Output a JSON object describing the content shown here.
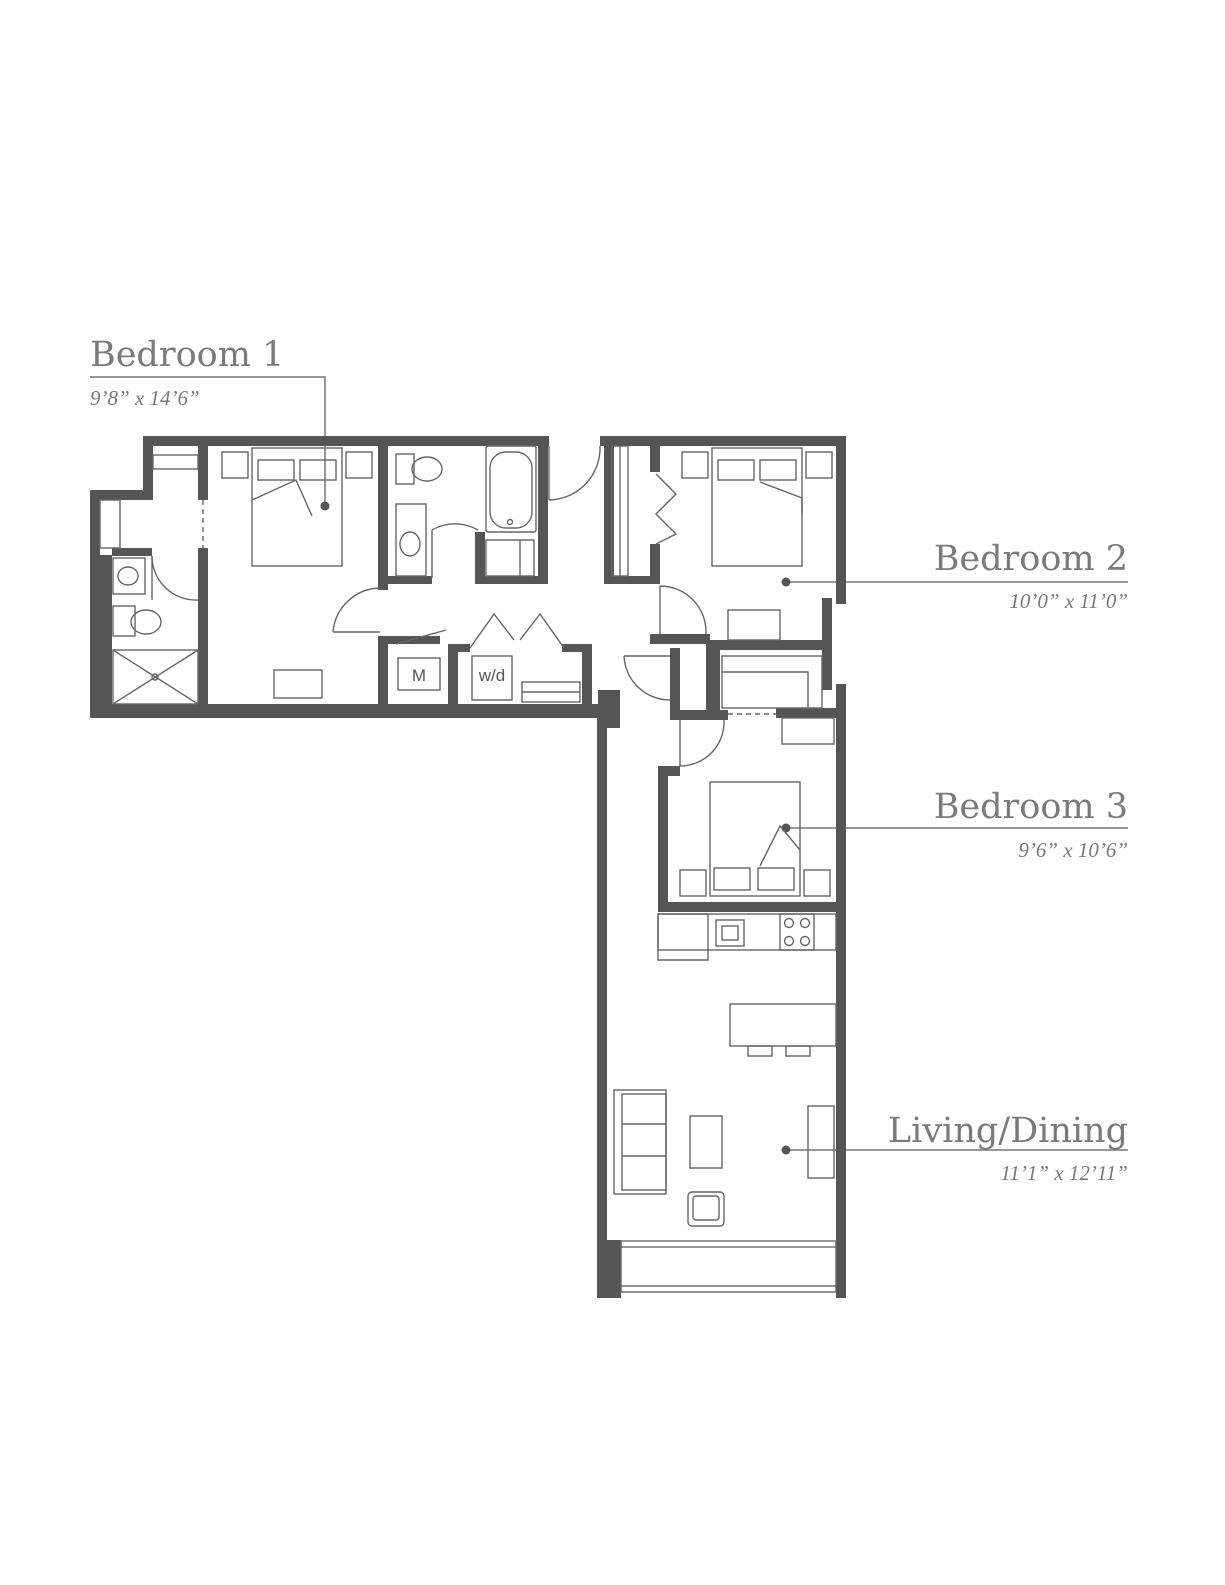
{
  "rooms": [
    {
      "key": "bedroom_1",
      "name": "Bedroom 1",
      "dimensions": "9’8” x 14’6”"
    },
    {
      "key": "bedroom_2",
      "name": "Bedroom 2",
      "dimensions": "10’0” x 11’0”"
    },
    {
      "key": "bedroom_3",
      "name": "Bedroom 3",
      "dimensions": "9’6” x 10’6”"
    },
    {
      "key": "living_dining",
      "name": "Living/Dining",
      "dimensions": "11’1” x 12’11”"
    }
  ],
  "fixtures": {
    "mechanical": "M",
    "washer_dryer": "w/d"
  },
  "colors": {
    "wall": "#555555",
    "text": "#7a7a7a",
    "line": "#666666"
  }
}
